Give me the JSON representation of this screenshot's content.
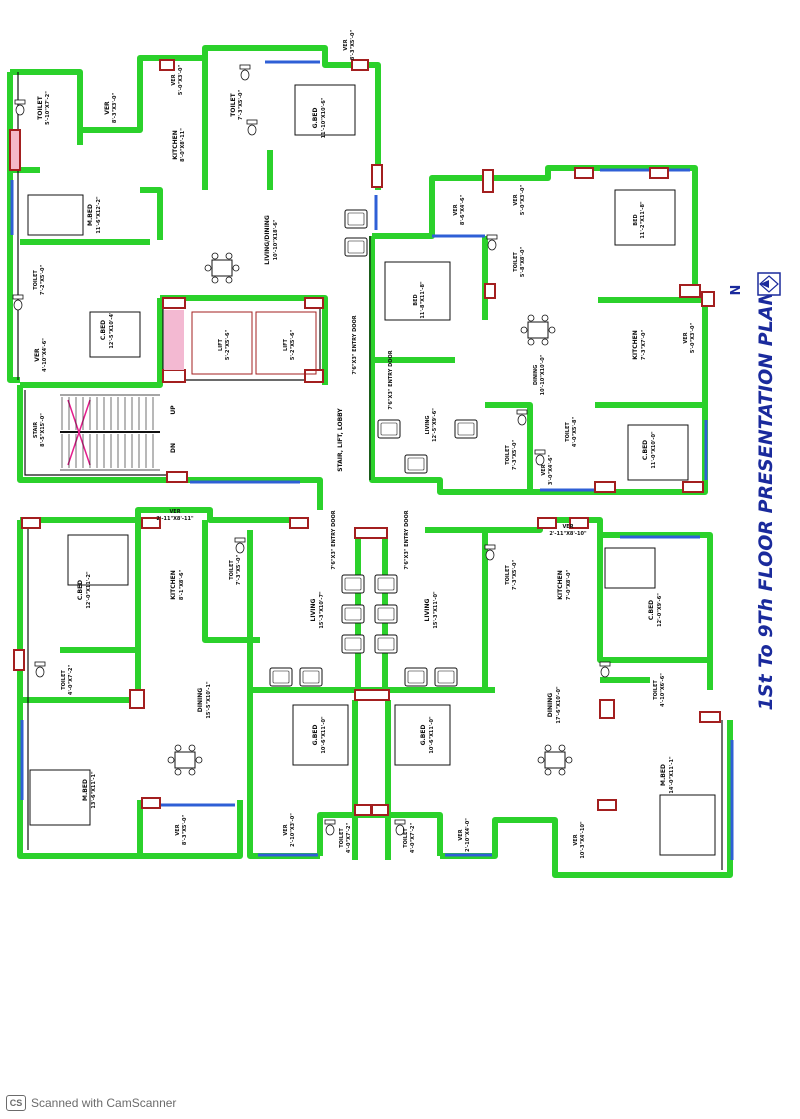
{
  "drawing": {
    "title": "1St To 9Th FLOOR PRESENTATION PLAN",
    "north_label": "N",
    "watermark_text": "Scanned with CamScanner",
    "watermark_logo": "CS",
    "wall_color": "#2bd12b",
    "outline_color": "#111111",
    "window_color": "#2f5fd6",
    "door_color": "#a31f1f"
  },
  "rooms": {
    "ver_top_center": {
      "name": "VER",
      "dim": "8'-3\"X5'-0\""
    },
    "toilet_top_left": {
      "name": "TOILET",
      "dim": "5'-10\"X7'-2\""
    },
    "ver_top_left": {
      "name": "VER",
      "dim": "8'-3\"X3'-0\""
    },
    "ver_top_kitchen": {
      "name": "VER",
      "dim": "5'-0\"X3'-0\""
    },
    "kitchen_top_left": {
      "name": "KITCHEN",
      "dim": "8'-0\"X8'-11\""
    },
    "toilet_top_mid": {
      "name": "TOILET",
      "dim": "7'-3\"X5'-0\""
    },
    "gbed_top": {
      "name": "G.BED",
      "dim": "11'-10\"X10'-6\""
    },
    "mbed_top_left": {
      "name": "M.BED",
      "dim": "11'-6\"X12'-2\""
    },
    "living_dining_top": {
      "name": "LIVING/DINING",
      "dim": "10'-10\"X18'-6\""
    },
    "toilet_left_mid": {
      "name": "TOILET",
      "dim": "7'-2\"X5'-0\""
    },
    "cbed_top_left": {
      "name": "C.BED",
      "dim": "12'-5\"X10'-4\""
    },
    "ver_left_mid": {
      "name": "VER",
      "dim": "4'-10\"X4'-6\""
    },
    "lift_1": {
      "name": "LIFT",
      "dim": "5'-2\"X5'-6\""
    },
    "lift_2": {
      "name": "LIFT",
      "dim": "5'-2\"X5'-6\""
    },
    "stair": {
      "name": "STAIR",
      "dim": "8'-5\"X15'-0\""
    },
    "up_label": "UP",
    "dn_label": "DN",
    "lobby": {
      "name": "STAIR, LIFT, LOBBY"
    },
    "entry_top": {
      "name": "7'6\"X3\" ENTRY DOOR"
    },
    "entry_right": {
      "name": "7'6\"X3\" ENTRY DOOR"
    },
    "ver_right_top1": {
      "name": "VER",
      "dim": "8'-6\"X4'-6\""
    },
    "ver_right_top2": {
      "name": "VER",
      "dim": "5'-0\"X3'-0\""
    },
    "toilet_right_top": {
      "name": "TOILET",
      "dim": "5'-8\"X8'-0\""
    },
    "bed_right_upper": {
      "name": "BED",
      "dim": "11'-2\"X11'-8\""
    },
    "bed_right_mid": {
      "name": "BED",
      "dim": "11'-8\"X11'-8\""
    },
    "dining_right": {
      "name": "DINING",
      "dim": "10'-10\"X10'-0\""
    },
    "kitchen_right_top": {
      "name": "KITCHEN",
      "dim": "7'-3\"X7'-0\""
    },
    "ver_right_kitchen": {
      "name": "VER",
      "dim": "5'-0\"X3'-0\""
    },
    "living_right_top": {
      "name": "LIVING",
      "dim": "12'-5\"X9'-6\""
    },
    "toilet_right_mid1": {
      "name": "TOILET",
      "dim": "7'-3\"X5'-0\""
    },
    "toilet_right_mid2": {
      "name": "TOILET",
      "dim": "4'-0\"X5'-8\""
    },
    "cbed_right_top": {
      "name": "C.BED",
      "dim": "11'-0\"X10'-0\""
    },
    "ver_right_mid": {
      "name": "VER",
      "dim": "3'-0\"X4'-6\""
    },
    "ver_lower_left": {
      "name": "VER",
      "dim": "2'-11\"X8'-11\""
    },
    "cbed_lower_left": {
      "name": "C.BED",
      "dim": "12'-0\"X11'-2\""
    },
    "kitchen_lower_left": {
      "name": "KITCHEN",
      "dim": "8'-1\"X8'-6\""
    },
    "toilet_lower_left1": {
      "name": "TOILET",
      "dim": "7'-3\"X5'-0\""
    },
    "living_lower_left": {
      "name": "LIVING",
      "dim": "15'-3\"X10'-7\""
    },
    "living_lower_right": {
      "name": "LIVING",
      "dim": "15'-3\"X11'-0\""
    },
    "entry_lower_left": {
      "name": "7'6\"X3\" ENTRY DOOR"
    },
    "entry_lower_right": {
      "name": "7'6\"X3\" ENTRY DOOR"
    },
    "toilet_lower_mid": {
      "name": "TOILET",
      "dim": "7'-3\"X5'-0\""
    },
    "kitchen_lower_right": {
      "name": "KITCHEN",
      "dim": "7'-0\"X8'-0\""
    },
    "ver_lower_right_top": {
      "name": "VER",
      "dim": "2'-11\"X8'-10\""
    },
    "cbed_lower_right": {
      "name": "C.BED",
      "dim": "12'-0\"X9'-6\""
    },
    "toilet_lower_left2": {
      "name": "TOILET",
      "dim": "4'-0\"X7'-2\""
    },
    "dining_lower_left": {
      "name": "DINING",
      "dim": "15'-5\"X10'-1\""
    },
    "mbed_lower_left": {
      "name": "M.BED",
      "dim": "13'-6\"X11'-1\""
    },
    "ver_lower_left_bottom": {
      "name": "VER",
      "dim": "8'-3\"X5'-0\""
    },
    "gbed_lower_1": {
      "name": "G.BED",
      "dim": "10'-6\"X11'-0\""
    },
    "gbed_lower_2": {
      "name": "G.BED",
      "dim": "10'-6\"X11'-0\""
    },
    "ver_lower_mid1": {
      "name": "VER",
      "dim": "2'-10\"X3'-0\""
    },
    "toilet_lower_mid2": {
      "name": "TOILET",
      "dim": "4'-0\"X7'-2\""
    },
    "toilet_lower_mid3": {
      "name": "TOILET",
      "dim": "4'-0\"X7'-2\""
    },
    "ver_lower_mid2": {
      "name": "VER",
      "dim": "2'-10\"X4'-0\""
    },
    "dining_lower_right": {
      "name": "DINING",
      "dim": "17'-6\"X10'-0\""
    },
    "toilet_lower_right": {
      "name": "TOILET",
      "dim": "4'-10\"X6'-6\""
    },
    "mbed_lower_right": {
      "name": "M.BED",
      "dim": "14'-0\"X11'-1\""
    },
    "ver_lower_right_bottom": {
      "name": "VER",
      "dim": "10'-3\"X4'-10\""
    }
  }
}
